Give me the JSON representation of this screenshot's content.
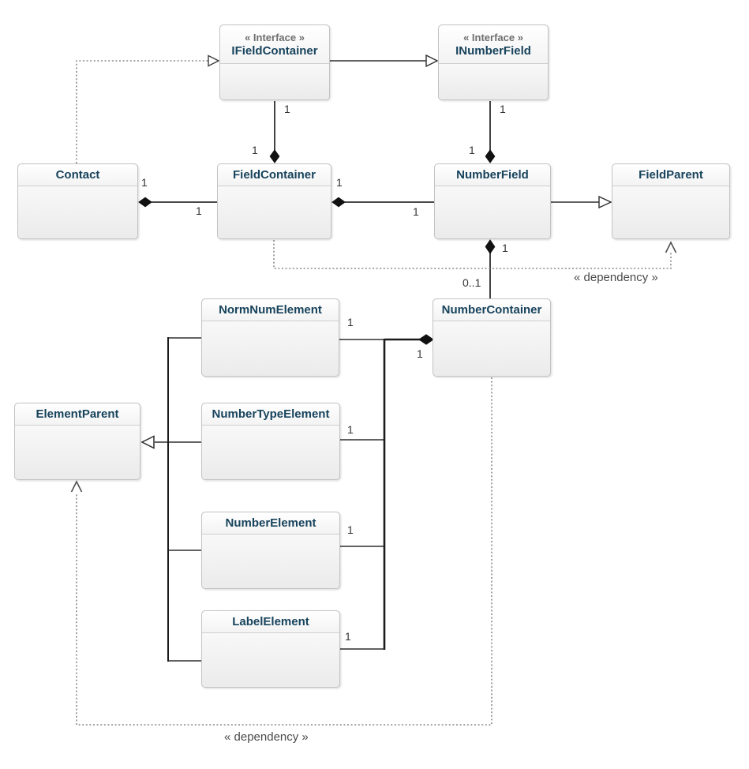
{
  "diagram": {
    "kind": "uml-class-diagram",
    "colors": {
      "class_title": "#17435c",
      "stereotype": "#6e6e6e",
      "solid_line": "#2e2e2e",
      "dotted_line": "#7d7d7d",
      "box_border": "#c3c3c3",
      "diamond_fill": "#111111"
    },
    "classes": {
      "ifieldcontainer": {
        "stereotype": "« Interface »",
        "name": "IFieldContainer"
      },
      "inumberfield": {
        "stereotype": "« Interface »",
        "name": "INumberField"
      },
      "contact": {
        "name": "Contact"
      },
      "fieldcontainer": {
        "name": "FieldContainer"
      },
      "numberfield": {
        "name": "NumberField"
      },
      "fieldparent": {
        "name": "FieldParent"
      },
      "normnumelement": {
        "name": "NormNumElement"
      },
      "numbercontainer": {
        "name": "NumberContainer"
      },
      "elementparent": {
        "name": "ElementParent"
      },
      "numbertypeelement": {
        "name": "NumberTypeElement"
      },
      "numberelement": {
        "name": "NumberElement"
      },
      "labelelement": {
        "name": "LabelElement"
      }
    },
    "labels": {
      "one": "1",
      "zero_or_one": "0..1",
      "dependency": "« dependency »"
    }
  }
}
